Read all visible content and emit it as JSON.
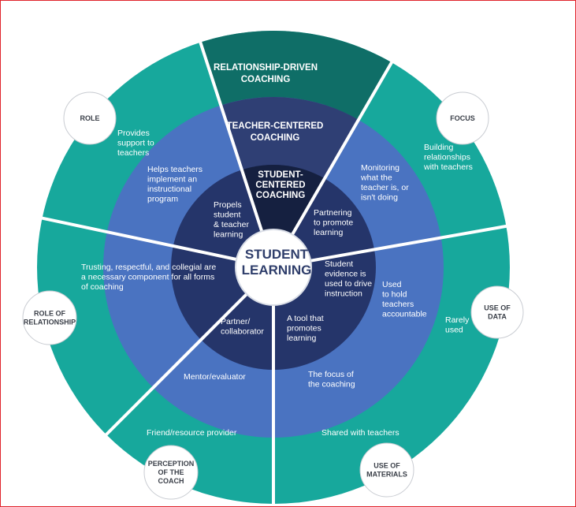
{
  "colors": {
    "outer_ring": "#17a89c",
    "relationship_wedge": "#0f6e67",
    "middle_ring": "#4a73c1",
    "teacher_wedge": "#2f3f74",
    "inner_ring": "#25356a",
    "student_wedge": "#152040",
    "divider": "#ffffff",
    "center": "#ffffff",
    "center_text": "#2f3e6b",
    "frame_border": "#e0242b"
  },
  "center": {
    "line1": "STUDENT",
    "line2": "LEARNING"
  },
  "ring_titles": {
    "outer": [
      "RELATIONSHIP-DRIVEN",
      "COACHING"
    ],
    "middle": [
      "TEACHER-CENTERED",
      "COACHING"
    ],
    "inner": [
      "STUDENT-",
      "CENTERED",
      "COACHING"
    ]
  },
  "categories": {
    "role": [
      "ROLE"
    ],
    "focus": [
      "FOCUS"
    ],
    "role_of_relationship": [
      "ROLE OF",
      "RELATIONSHIP"
    ],
    "use_of_data": [
      "USE OF",
      "DATA"
    ],
    "perception_of_coach": [
      "PERCEPTION",
      "OF THE",
      "COACH"
    ],
    "use_of_materials": [
      "USE OF",
      "MATERIALS"
    ]
  },
  "labels": {
    "role_outer": [
      "Provides",
      "support to",
      "teachers"
    ],
    "role_middle": [
      "Helps teachers",
      "implement an",
      "instructional",
      "program"
    ],
    "role_inner": [
      "Propels",
      "student",
      "& teacher",
      "learning"
    ],
    "focus_outer": [
      "Building",
      "relationships",
      "with teachers"
    ],
    "focus_middle": [
      "Monitoring",
      "what the",
      "teacher is, or",
      "isn't doing"
    ],
    "focus_inner": [
      "Partnering",
      "to promote",
      "learning"
    ],
    "relationship_all": [
      "Trusting, respectful, and collegial are",
      "a necessary component for all forms",
      "of coaching"
    ],
    "data_inner": [
      "Student",
      "evidence is",
      "used to drive",
      "instruction"
    ],
    "data_middle": [
      "Used",
      "to hold",
      "teachers",
      "accountable"
    ],
    "data_outer": [
      "Rarely",
      "used"
    ],
    "perception_inner": [
      "Partner/",
      "collaborator"
    ],
    "perception_middle": [
      "Mentor/evaluator"
    ],
    "perception_outer": [
      "Friend/resource provider"
    ],
    "materials_inner": [
      "A tool that",
      "promotes",
      "learning"
    ],
    "materials_middle": [
      "The focus of",
      "the coaching"
    ],
    "materials_outer": [
      "Shared with teachers"
    ]
  }
}
